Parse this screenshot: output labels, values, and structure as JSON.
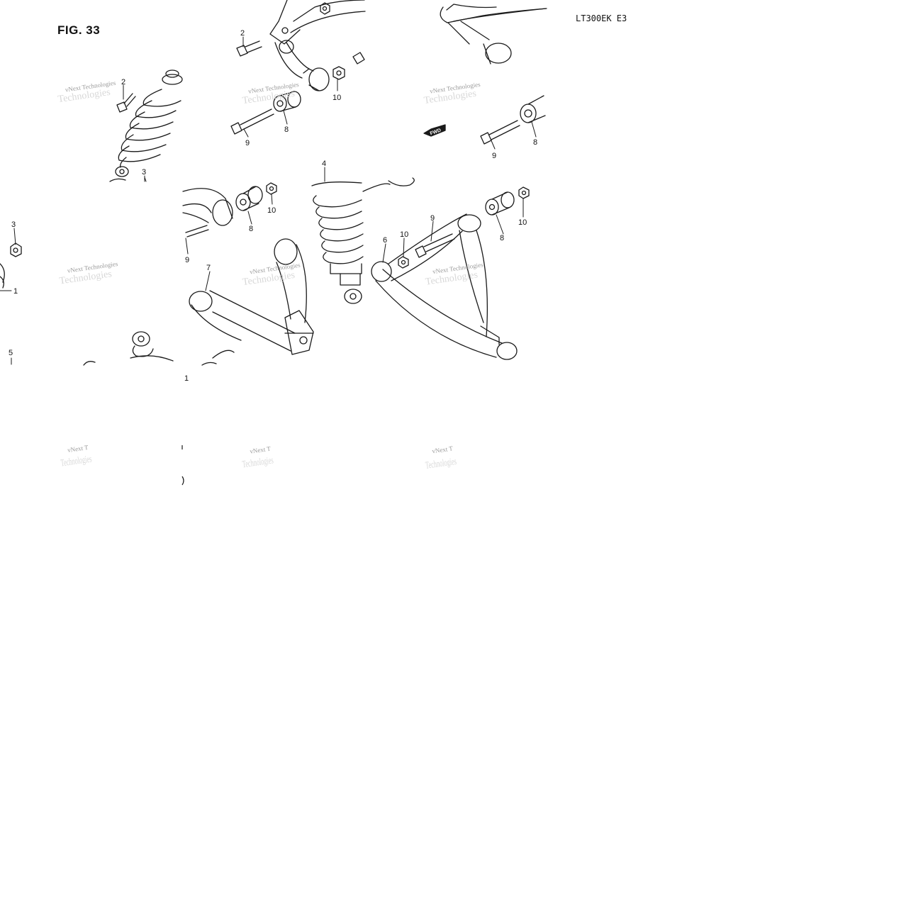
{
  "figure": {
    "title": "FIG. 33",
    "model_code": "LT300EK E3"
  },
  "watermark": {
    "line1": "vNext Technologies",
    "line2": "Technologies",
    "line1_cut": "vNext T"
  },
  "fwd_label": "FWD",
  "callouts": {
    "c_2_top": "2",
    "c_2_left": "2",
    "c_10_top": "10",
    "c_8_top": "8",
    "c_9_top": "9",
    "c_9_right": "9",
    "c_8_right": "8",
    "c_3_left": "3",
    "c_3_far": "3",
    "c_4": "4",
    "c_10_mid": "10",
    "c_8_mid": "8",
    "c_9_mid": "9",
    "c_7": "7",
    "c_6": "6",
    "c_10_arm": "10",
    "c_9_arm": "9",
    "c_8_arm": "8",
    "c_10_arm2": "10",
    "c_1_far": "1",
    "c_5": "5",
    "c_1_bottom": "1"
  }
}
